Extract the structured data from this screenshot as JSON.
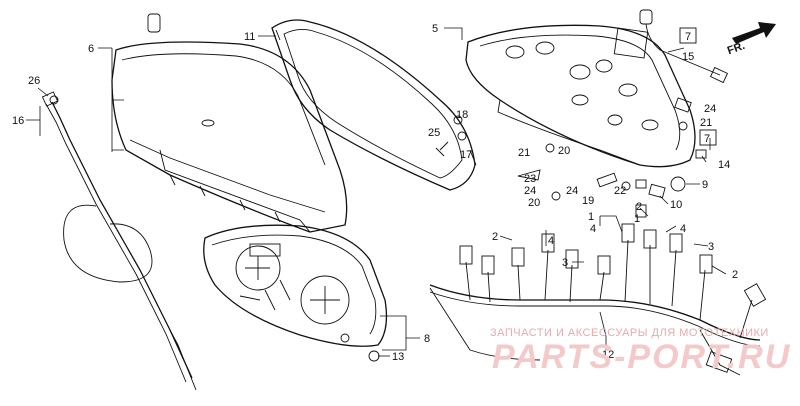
{
  "part_labels": {
    "p1a": "1",
    "p1b": "1",
    "p2a": "2",
    "p2b": "2",
    "p2c": "2",
    "p3a": "3",
    "p3b": "3",
    "p4a": "4",
    "p4b": "4",
    "p4c": "4",
    "p5": "5",
    "p6": "6",
    "p7a": "7",
    "p7b": "7",
    "p8": "8",
    "p9": "9",
    "p10": "10",
    "p11": "11",
    "p12": "12",
    "p13": "13",
    "p14": "14",
    "p15": "15",
    "p16": "16",
    "p17": "17",
    "p18": "18",
    "p19": "19",
    "p20a": "20",
    "p20b": "20",
    "p21a": "21",
    "p21b": "21",
    "p22": "22",
    "p23": "23",
    "p24a": "24",
    "p24b": "24",
    "p24c": "24",
    "p25": "25",
    "p26": "26"
  },
  "direction_marker": "FR.",
  "watermark": {
    "caption": "ЗАПЧАСТИ И АКСЕССУАРЫ ДЛЯ МОТОТЕХНИКИ",
    "logo": "PARTS-PORT.RU"
  },
  "colors": {
    "ink": "#111111",
    "watermark": "#e8a0a0",
    "background": "#ffffff"
  }
}
